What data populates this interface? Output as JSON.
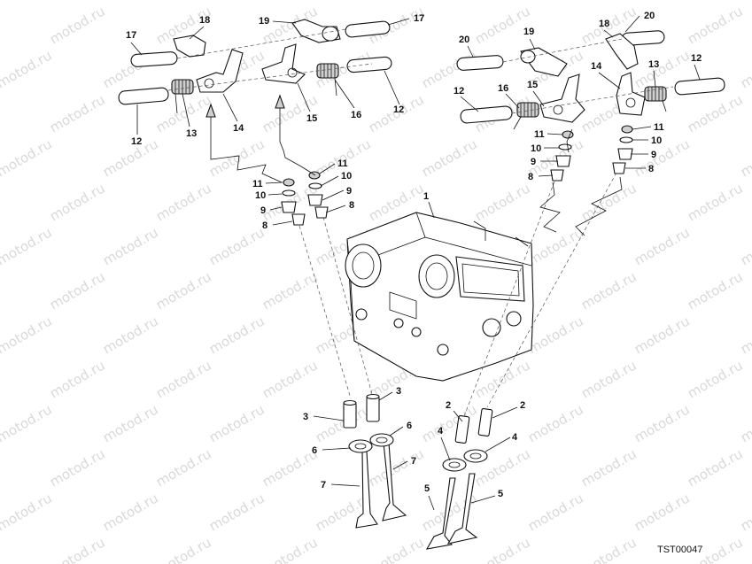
{
  "figure": {
    "reference_code": "TST00047",
    "watermark_text": "motod.ru"
  },
  "callouts": [
    {
      "id": "c1",
      "text": "1"
    },
    {
      "id": "c2a",
      "text": "2"
    },
    {
      "id": "c2b",
      "text": "2"
    },
    {
      "id": "c3a",
      "text": "3"
    },
    {
      "id": "c3b",
      "text": "3"
    },
    {
      "id": "c4a",
      "text": "4"
    },
    {
      "id": "c4b",
      "text": "4"
    },
    {
      "id": "c5a",
      "text": "5"
    },
    {
      "id": "c5b",
      "text": "5"
    },
    {
      "id": "c6a",
      "text": "6"
    },
    {
      "id": "c6b",
      "text": "6"
    },
    {
      "id": "c7a",
      "text": "7"
    },
    {
      "id": "c7b",
      "text": "7"
    },
    {
      "id": "c8a",
      "text": "8"
    },
    {
      "id": "c8b",
      "text": "8"
    },
    {
      "id": "c8c",
      "text": "8"
    },
    {
      "id": "c8d",
      "text": "8"
    },
    {
      "id": "c9a",
      "text": "9"
    },
    {
      "id": "c9b",
      "text": "9"
    },
    {
      "id": "c9c",
      "text": "9"
    },
    {
      "id": "c9d",
      "text": "9"
    },
    {
      "id": "c10a",
      "text": "10"
    },
    {
      "id": "c10b",
      "text": "10"
    },
    {
      "id": "c10c",
      "text": "10"
    },
    {
      "id": "c10d",
      "text": "10"
    },
    {
      "id": "c11a",
      "text": "11"
    },
    {
      "id": "c11b",
      "text": "11"
    },
    {
      "id": "c11c",
      "text": "11"
    },
    {
      "id": "c11d",
      "text": "11"
    },
    {
      "id": "c12a",
      "text": "12"
    },
    {
      "id": "c12b",
      "text": "12"
    },
    {
      "id": "c12c",
      "text": "12"
    },
    {
      "id": "c12d",
      "text": "12"
    },
    {
      "id": "c13a",
      "text": "13"
    },
    {
      "id": "c13b",
      "text": "13"
    },
    {
      "id": "c14a",
      "text": "14"
    },
    {
      "id": "c14b",
      "text": "14"
    },
    {
      "id": "c15a",
      "text": "15"
    },
    {
      "id": "c15b",
      "text": "15"
    },
    {
      "id": "c16a",
      "text": "16"
    },
    {
      "id": "c16b",
      "text": "16"
    },
    {
      "id": "c17a",
      "text": "17"
    },
    {
      "id": "c17b",
      "text": "17"
    },
    {
      "id": "c18a",
      "text": "18"
    },
    {
      "id": "c18b",
      "text": "18"
    },
    {
      "id": "c19a",
      "text": "19"
    },
    {
      "id": "c19b",
      "text": "19"
    },
    {
      "id": "c20a",
      "text": "20"
    },
    {
      "id": "c20b",
      "text": "20"
    }
  ]
}
